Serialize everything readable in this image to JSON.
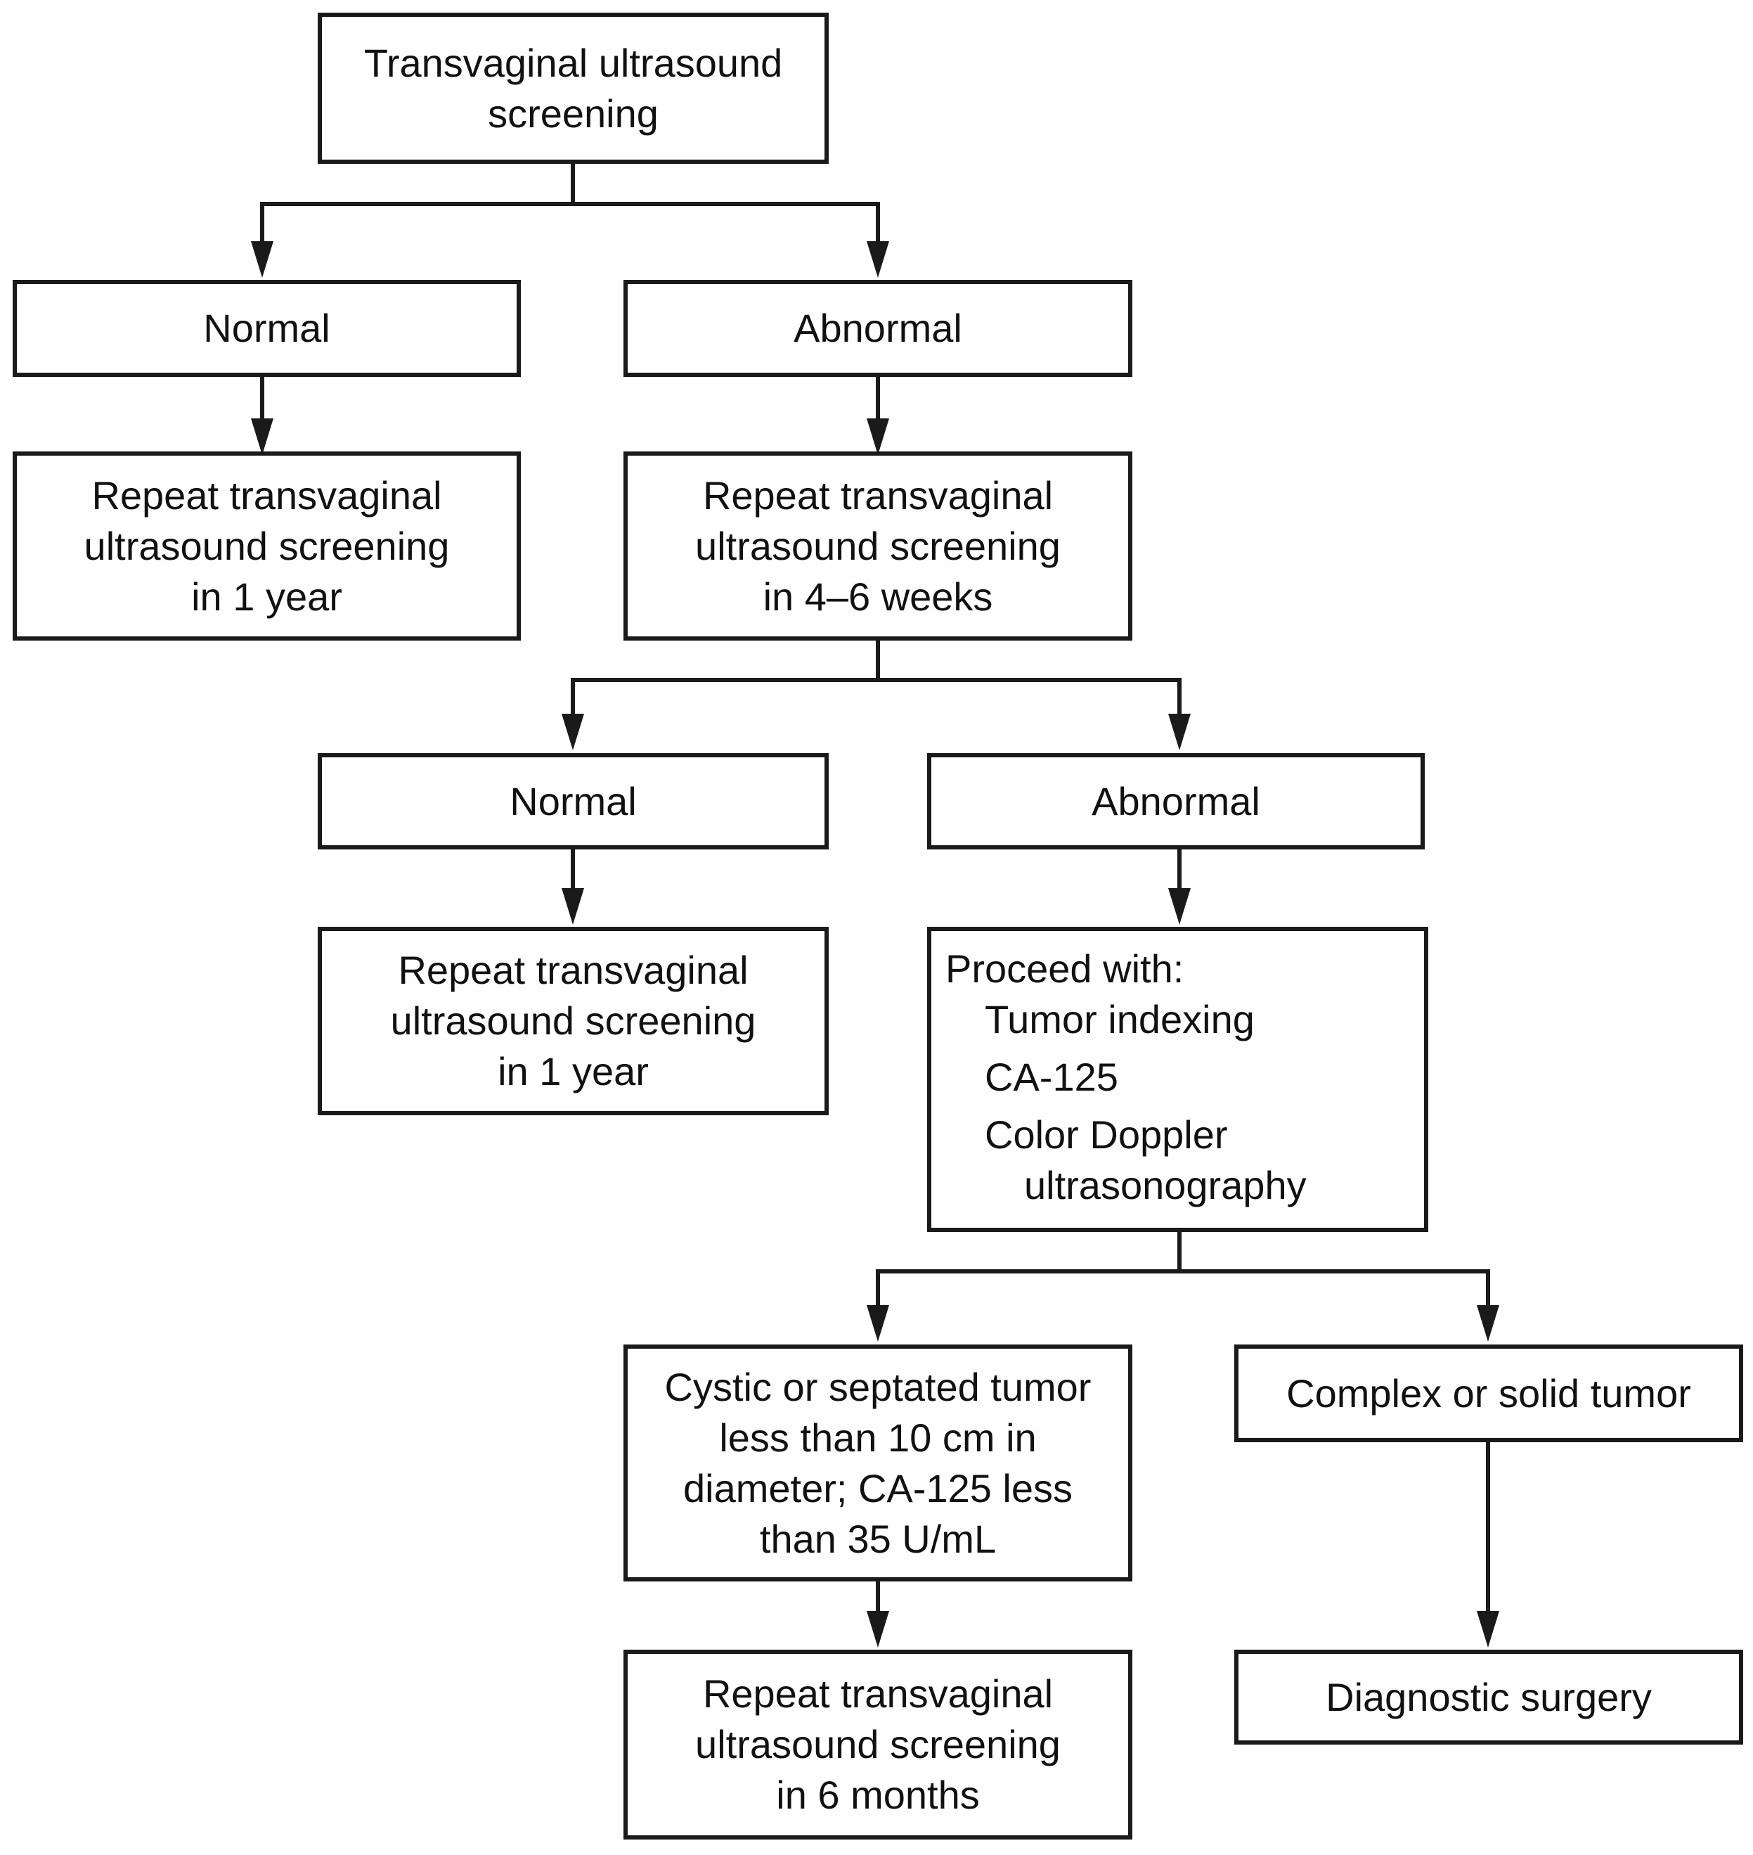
{
  "nodes": {
    "start": {
      "lines": [
        "Transvaginal ultrasound",
        "screening"
      ]
    },
    "normal_1": {
      "lines": [
        "Normal"
      ]
    },
    "abnormal_1": {
      "lines": [
        "Abnormal"
      ]
    },
    "repeat_1_year_a": {
      "lines": [
        "Repeat transvaginal",
        "ultrasound screening",
        "in 1 year"
      ]
    },
    "repeat_4_6_weeks": {
      "lines": [
        "Repeat transvaginal",
        "ultrasound screening",
        "in 4–6 weeks"
      ]
    },
    "normal_2": {
      "lines": [
        "Normal"
      ]
    },
    "abnormal_2": {
      "lines": [
        "Abnormal"
      ]
    },
    "repeat_1_year_b": {
      "lines": [
        "Repeat transvaginal",
        "ultrasound screening",
        "in 1 year"
      ]
    },
    "proceed": {
      "heading": "Proceed with:",
      "items": [
        "Tumor indexing",
        "CA-125",
        "Color Doppler",
        "ultrasonography"
      ]
    },
    "cystic": {
      "lines": [
        "Cystic or septated tumor",
        "less than 10 cm in",
        "diameter; CA-125 less",
        "than 35 U/mL"
      ]
    },
    "complex": {
      "lines": [
        "Complex or solid tumor"
      ]
    },
    "repeat_6_months": {
      "lines": [
        "Repeat transvaginal",
        "ultrasound screening",
        "in 6 months"
      ]
    },
    "surgery": {
      "lines": [
        "Diagnostic surgery"
      ]
    }
  }
}
